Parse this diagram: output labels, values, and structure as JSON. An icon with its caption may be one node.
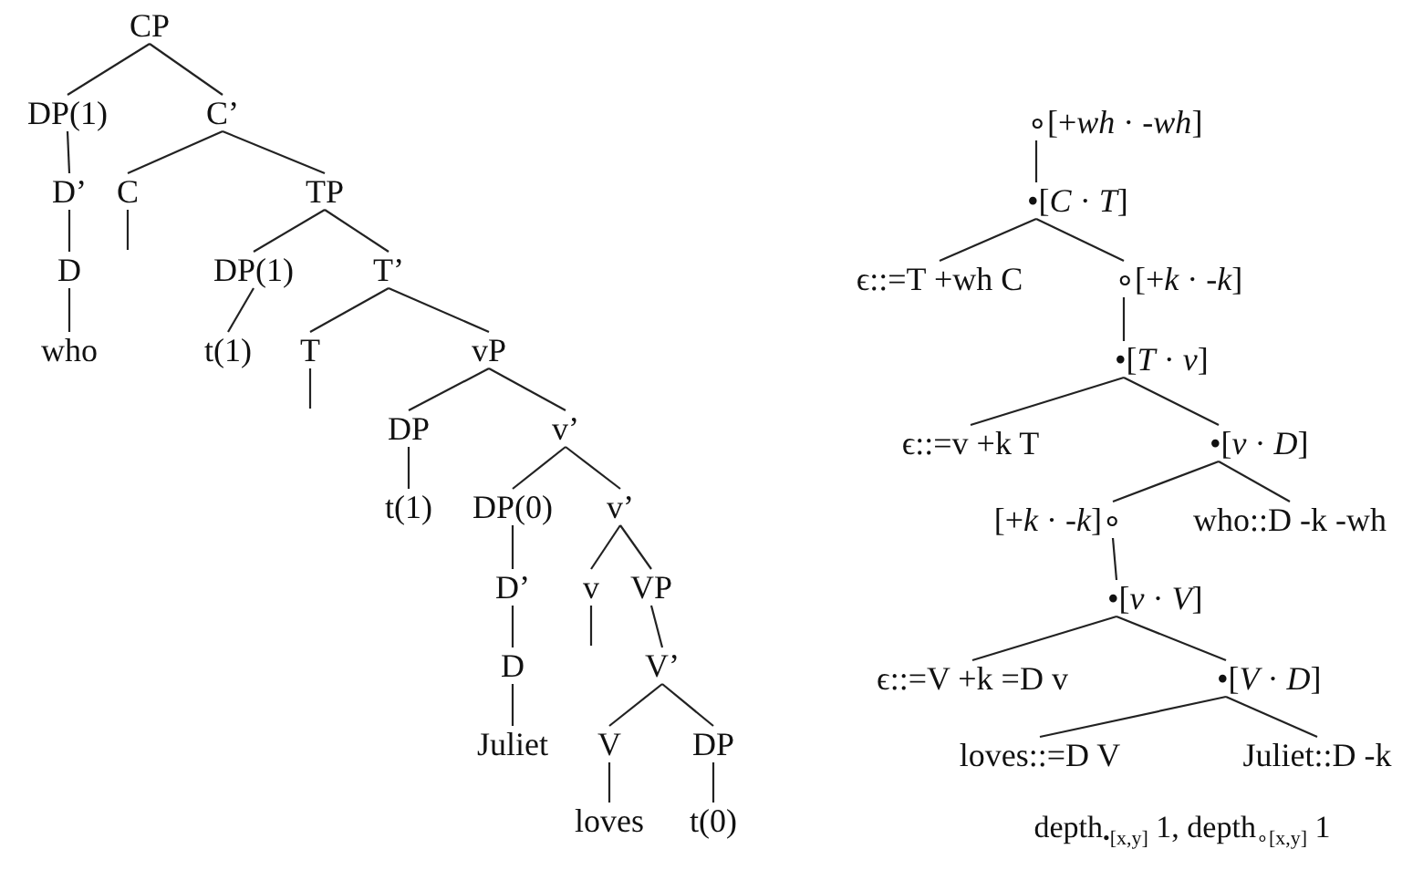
{
  "diagram": {
    "nodes": [
      {
        "text": [
          "CP"
        ]
      },
      {
        "text": [
          "DP(1)"
        ]
      },
      {
        "text": [
          "C’"
        ]
      },
      {
        "text": [
          "D’"
        ]
      },
      {
        "text": [
          "C"
        ]
      },
      {
        "text": [
          "TP"
        ]
      },
      {
        "text": [
          "D"
        ]
      },
      {
        "text": [
          "DP(1)"
        ]
      },
      {
        "text": [
          "T’"
        ]
      },
      {
        "text": [
          "who"
        ]
      },
      {
        "text": [
          "t(1)"
        ]
      },
      {
        "text": [
          "T"
        ]
      },
      {
        "text": [
          "vP"
        ]
      },
      {
        "text": [
          "DP"
        ]
      },
      {
        "text": [
          "v’"
        ]
      },
      {
        "text": [
          "t(1)"
        ]
      },
      {
        "text": [
          "DP(0)"
        ]
      },
      {
        "text": [
          "v’"
        ]
      },
      {
        "text": [
          "D’"
        ]
      },
      {
        "text": [
          "v"
        ]
      },
      {
        "text": [
          "VP"
        ]
      },
      {
        "text": [
          "D"
        ]
      },
      {
        "text": [
          "V’"
        ]
      },
      {
        "text": [
          "Juliet"
        ]
      },
      {
        "text": [
          "V"
        ]
      },
      {
        "text": [
          "DP"
        ]
      },
      {
        "text": [
          "loves"
        ]
      },
      {
        "text": [
          "t(0)"
        ]
      },
      {
        "text": [
          "∘[+*wh* · -*wh*]"
        ]
      },
      {
        "text": [
          "•[*C* · *T*]"
        ]
      },
      {
        "text": [
          "ϵ::=T +wh C"
        ]
      },
      {
        "text": [
          "∘[+*k* · -*k*]"
        ]
      },
      {
        "text": [
          "•[*T* · *v*]"
        ]
      },
      {
        "text": [
          "ϵ::=v +k T"
        ]
      },
      {
        "text": [
          "•[*v* · *D*]"
        ]
      },
      {
        "text": [
          "[+*k* · -*k*]∘"
        ]
      },
      {
        "text": [
          "who::D -k -wh"
        ]
      },
      {
        "text": [
          "•[*v* · *V*]"
        ]
      },
      {
        "text": [
          "ϵ::=V +k =D v"
        ]
      },
      {
        "text": [
          "•[*V* · *D*]"
        ]
      },
      {
        "text": [
          "loves::=D V"
        ]
      },
      {
        "text": [
          "Juliet::D -k"
        ]
      }
    ],
    "edges": [
      {
        "from": 0,
        "to": 1,
        "arrow": "none"
      },
      {
        "from": 0,
        "to": 2,
        "arrow": "none"
      },
      {
        "from": 1,
        "to": 3,
        "arrow": "none"
      },
      {
        "from": 2,
        "to": 4,
        "arrow": "none"
      },
      {
        "from": 2,
        "to": 5,
        "arrow": "none"
      },
      {
        "from": 3,
        "to": 6,
        "arrow": "none"
      },
      {
        "from": 4,
        "to": null,
        "arrow": "none"
      },
      {
        "from": 5,
        "to": 7,
        "arrow": "none"
      },
      {
        "from": 5,
        "to": 8,
        "arrow": "none"
      },
      {
        "from": 6,
        "to": 9,
        "arrow": "none"
      },
      {
        "from": 7,
        "to": 10,
        "arrow": "none"
      },
      {
        "from": 8,
        "to": 11,
        "arrow": "none"
      },
      {
        "from": 8,
        "to": 12,
        "arrow": "none"
      },
      {
        "from": 11,
        "to": null,
        "arrow": "none"
      },
      {
        "from": 12,
        "to": 13,
        "arrow": "none"
      },
      {
        "from": 12,
        "to": 14,
        "arrow": "none"
      },
      {
        "from": 13,
        "to": 15,
        "arrow": "none"
      },
      {
        "from": 14,
        "to": 16,
        "arrow": "none"
      },
      {
        "from": 14,
        "to": 17,
        "arrow": "none"
      },
      {
        "from": 16,
        "to": 18,
        "arrow": "none"
      },
      {
        "from": 17,
        "to": 19,
        "arrow": "none"
      },
      {
        "from": 17,
        "to": 20,
        "arrow": "none"
      },
      {
        "from": 18,
        "to": 21,
        "arrow": "none"
      },
      {
        "from": 19,
        "to": null,
        "arrow": "none"
      },
      {
        "from": 20,
        "to": 22,
        "arrow": "none"
      },
      {
        "from": 21,
        "to": 23,
        "arrow": "none"
      },
      {
        "from": 22,
        "to": 24,
        "arrow": "none"
      },
      {
        "from": 22,
        "to": 25,
        "arrow": "none"
      },
      {
        "from": 24,
        "to": 26,
        "arrow": "none"
      },
      {
        "from": 25,
        "to": 27,
        "arrow": "none"
      },
      {
        "from": 28,
        "to": 29,
        "arrow": "none"
      },
      {
        "from": 29,
        "to": 30,
        "arrow": "none"
      },
      {
        "from": 29,
        "to": 31,
        "arrow": "none"
      },
      {
        "from": 31,
        "to": 32,
        "arrow": "none"
      },
      {
        "from": 32,
        "to": 33,
        "arrow": "none"
      },
      {
        "from": 32,
        "to": 34,
        "arrow": "none"
      },
      {
        "from": 34,
        "to": 35,
        "arrow": "none"
      },
      {
        "from": 34,
        "to": 36,
        "arrow": "none"
      },
      {
        "from": 35,
        "to": 37,
        "arrow": "none"
      },
      {
        "from": 37,
        "to": 38,
        "arrow": "none"
      },
      {
        "from": 37,
        "to": 39,
        "arrow": "none"
      },
      {
        "from": 39,
        "to": 40,
        "arrow": "none"
      },
      {
        "from": 39,
        "to": 41,
        "arrow": "none"
      }
    ],
    "labels": [
      "depth$_{•[x,y]}$ 1, depth$_{∘[x,y]}$ 1"
    ]
  }
}
